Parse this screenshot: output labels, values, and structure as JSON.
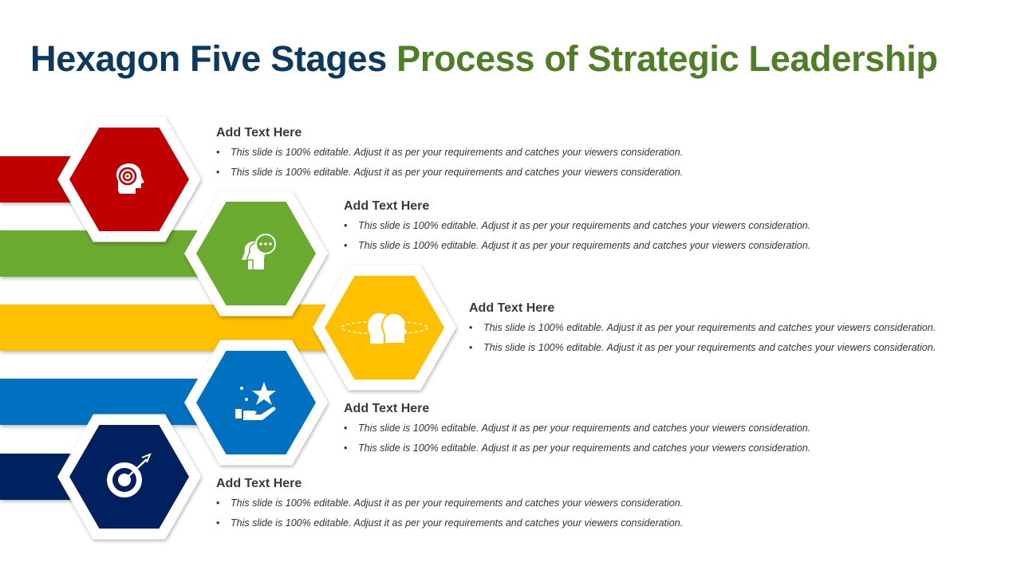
{
  "title": {
    "part1": "Hexagon Five Stages",
    "part2": "Process of Strategic Leadership"
  },
  "colors": {
    "title_dark": "#0b3a5e",
    "title_green": "#4f7f25"
  },
  "stages": [
    {
      "heading": "Add Text Here",
      "color": "#c00000",
      "icon": "head-target-icon",
      "bullets": [
        "This slide is 100%  editable. Adjust it as per your requirements and catches your viewers consideration.",
        "This slide is 100%  editable. Adjust it as per your requirements and catches your viewers consideration."
      ]
    },
    {
      "heading": "Add Text Here",
      "color": "#6aaa2f",
      "icon": "head-speech-bubble-icon",
      "bullets": [
        "This slide is 100%  editable. Adjust it as per your requirements and catches your viewers consideration.",
        "This slide is 100%  editable. Adjust it as per your requirements and catches your viewers consideration."
      ]
    },
    {
      "heading": "Add Text Here",
      "color": "#ffc000",
      "icon": "two-heads-exchange-icon",
      "bullets": [
        "This slide is 100%  editable. Adjust it as per your requirements and catches your viewers consideration.",
        "This slide is 100%  editable. Adjust it as per your requirements and catches your viewers consideration."
      ]
    },
    {
      "heading": "Add Text Here",
      "color": "#0070c0",
      "icon": "hand-star-icon",
      "bullets": [
        "This slide is 100%  editable. Adjust it as per your requirements and catches your viewers consideration.",
        "This slide is 100%  editable. Adjust it as per your requirements and catches your viewers consideration."
      ]
    },
    {
      "heading": "Add Text Here",
      "color": "#002060",
      "icon": "target-arrow-icon",
      "bullets": [
        "This slide is 100%  editable. Adjust it as per your requirements and catches your viewers consideration.",
        "This slide is 100%  editable. Adjust it as per your requirements and catches your viewers consideration."
      ]
    }
  ]
}
